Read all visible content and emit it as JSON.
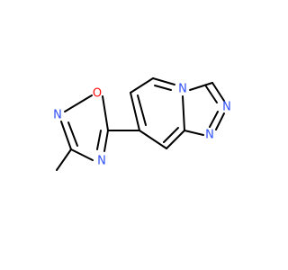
{
  "molecule": {
    "colors": {
      "bond": "#000000",
      "nitrogen": "#3050F8",
      "oxygen": "#FF0D0D",
      "background": "#ffffff"
    },
    "atoms": [
      {
        "id": "O1",
        "label": "O",
        "element": "oxygen"
      },
      {
        "id": "N2",
        "label": "N",
        "element": "nitrogen"
      },
      {
        "id": "N4",
        "label": "N",
        "element": "nitrogen"
      },
      {
        "id": "N_fused",
        "label": "N",
        "element": "nitrogen"
      },
      {
        "id": "N_tri_a",
        "label": "N",
        "element": "nitrogen"
      },
      {
        "id": "N_tri_b",
        "label": "N",
        "element": "nitrogen"
      }
    ]
  }
}
